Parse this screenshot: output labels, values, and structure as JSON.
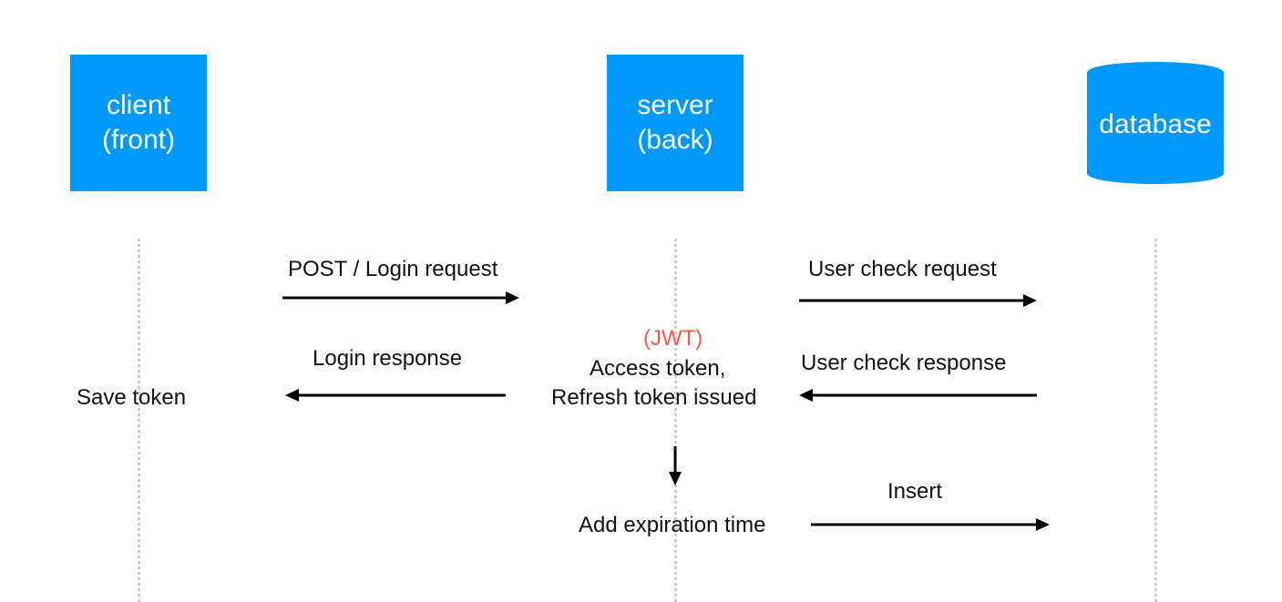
{
  "actors": {
    "client": "client\n(front)",
    "server": "server\n(back)",
    "database": "database"
  },
  "messages": {
    "login_request": "POST / Login request",
    "login_response": "Login response",
    "save_token": "Save token",
    "user_check_request": "User check request",
    "user_check_response": "User check response",
    "jwt_tag": "(JWT)",
    "tokens_line1": "Access token,",
    "tokens_line2": "Refresh token issued",
    "add_expiration": "Add expiration time",
    "insert": "Insert"
  },
  "colors": {
    "actor_fill": "#0099fa",
    "actor_text": "#ffffff",
    "lifeline": "#cccccc",
    "arrow": "#000000",
    "jwt_accent": "#f1584b"
  }
}
